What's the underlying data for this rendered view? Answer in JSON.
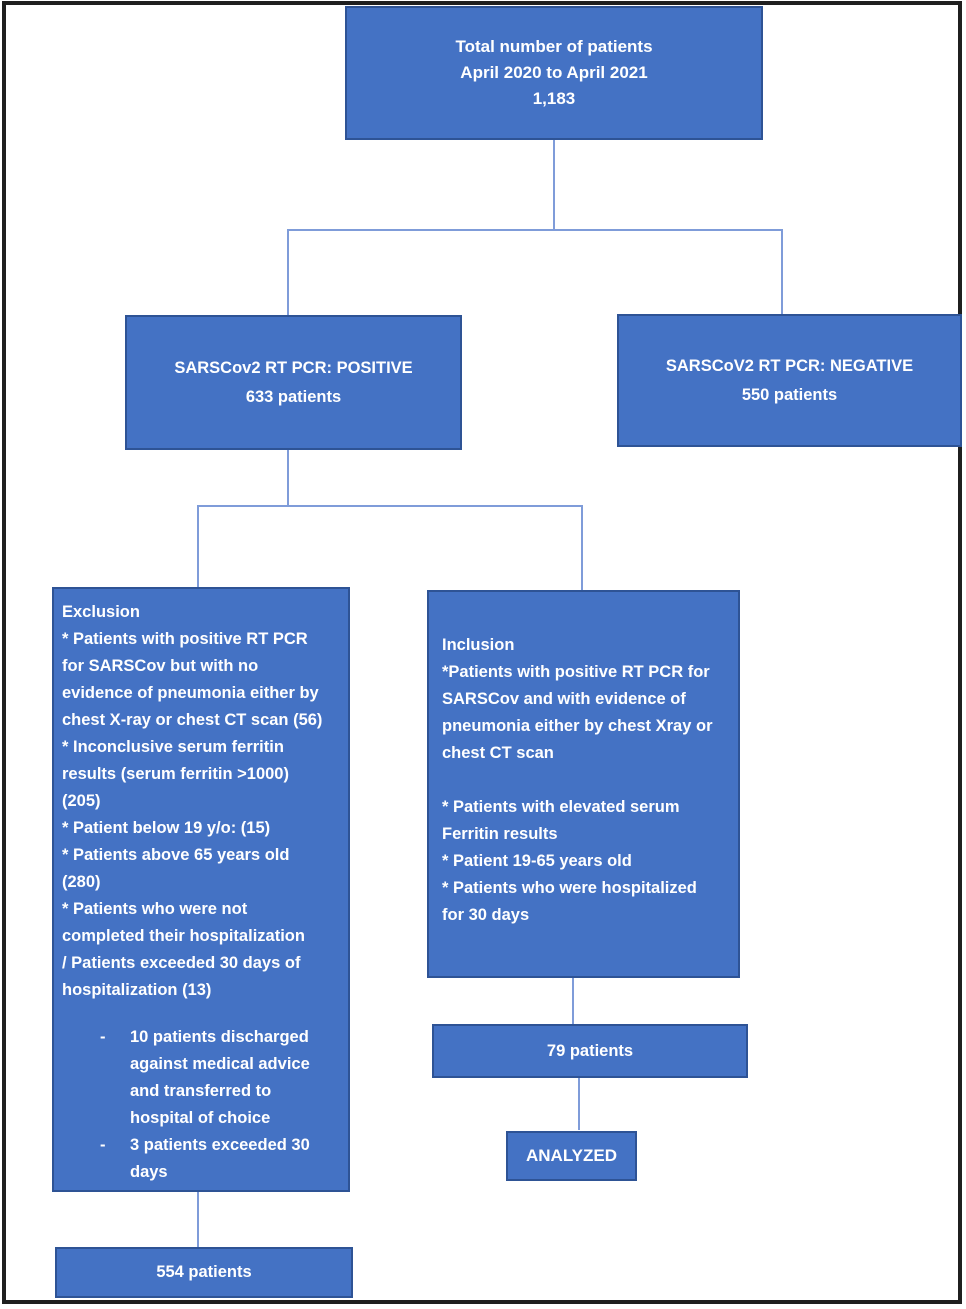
{
  "figure": {
    "colors": {
      "box_fill": "#4472C4",
      "box_border": "#2E5395",
      "connector_line": "#7F9CD9",
      "outer_border": "#1F1F1F",
      "text": "#FFFFFF"
    },
    "boxes": {
      "total": {
        "text": "Total number of patients\nApril 2020 to April 2021\n1,183"
      },
      "positive": {
        "text": "SARSCov2 RT PCR: POSITIVE\n633 patients"
      },
      "negative": {
        "text": "SARSCoV2 RT PCR: NEGATIVE\n550 patients"
      },
      "exclusion": {
        "text": "Exclusion\n* Patients with positive RT PCR\nfor SARSCov but with no\nevidence of pneumonia either by\nchest X-ray or chest CT scan (56)\n* Inconclusive serum ferritin\nresults (serum ferritin >1000)\n(205)\n* Patient below 19 y/o: (15)\n* Patients above 65 years old\n(280)\n* Patients who were not\ncompleted their hospitalization\n/ Patients exceeded 30 days of\nhospitalization (13)",
        "sub_items": [
          {
            "marker": "-",
            "text": "10 patients discharged against medical advice and transferred to hospital of choice"
          },
          {
            "marker": "-",
            "text": "3 patients exceeded 30 days"
          }
        ]
      },
      "inclusion": {
        "text": "Inclusion\n*Patients with positive RT PCR for\nSARSCov and with evidence of\npneumonia either by chest Xray or\nchest CT scan\n\n* Patients with elevated serum\nFerritin results\n* Patient 19-65 years old\n* Patients who were hospitalized\nfor 30 days"
      },
      "included_count": {
        "text": "79 patients"
      },
      "analyzed": {
        "text": "ANALYZED"
      },
      "excluded_count": {
        "text": "554 patients"
      }
    }
  }
}
